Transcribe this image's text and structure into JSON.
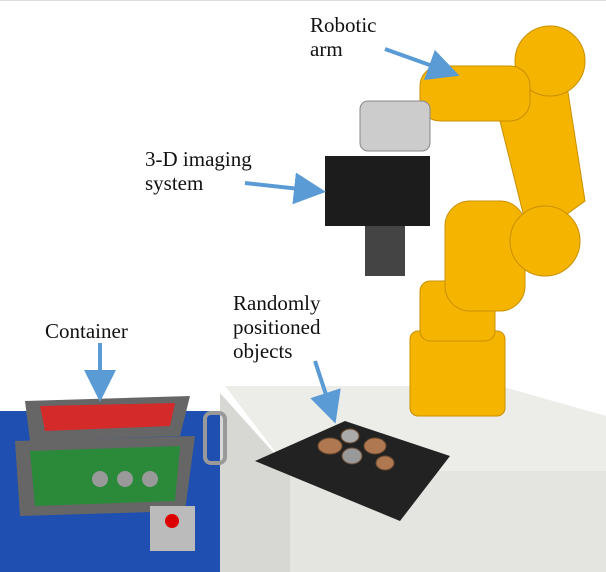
{
  "labels": {
    "robotic_arm": [
      "Robotic",
      "arm"
    ],
    "imaging": [
      "3-D imaging",
      "system"
    ],
    "objects": [
      "Randomly",
      "positioned",
      "objects"
    ],
    "container": "Container"
  },
  "colors": {
    "arrow": "#5b9bd5",
    "robot": "#f5b400",
    "table": "#e8e8e6",
    "foam": "#222222",
    "tray_red": "#d42a2a",
    "tray_green": "#2a8a3a",
    "base_blue": "#1f4fb0"
  }
}
